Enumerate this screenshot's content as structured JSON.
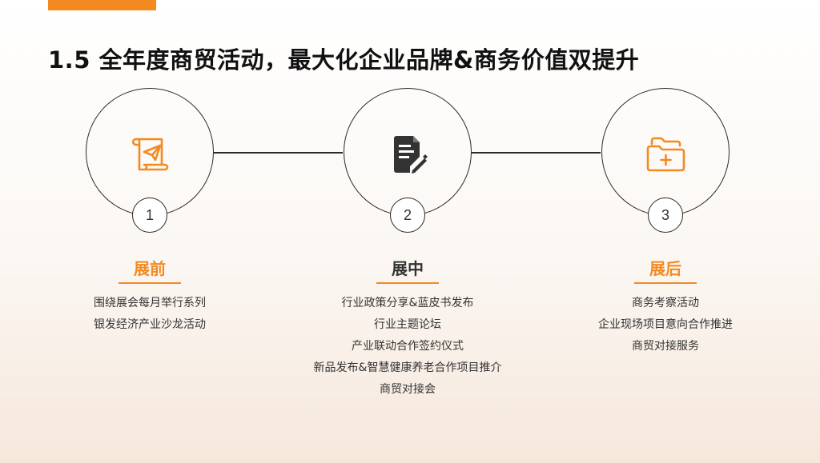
{
  "title": "1.5 全年度商贸活动，最大化企业品牌&商务价值双提升",
  "colors": {
    "accent": "#f28a21",
    "dark": "#2b2b2b",
    "icon_dark": "#333333"
  },
  "phases": [
    {
      "number": "1",
      "icon": "paper-plane-scroll-icon",
      "title": "展前",
      "title_color": "#f28a21",
      "items": [
        "围绕展会每月举行系列",
        "银发经济产业沙龙活动"
      ]
    },
    {
      "number": "2",
      "icon": "document-edit-icon",
      "title": "展中",
      "title_color": "#333333",
      "items": [
        "行业政策分享&蓝皮书发布",
        "行业主题论坛",
        "产业联动合作签约仪式",
        "新品发布&智慧健康养老合作项目推介",
        "商贸对接会"
      ]
    },
    {
      "number": "3",
      "icon": "folder-add-icon",
      "title": "展后",
      "title_color": "#f28a21",
      "items": [
        "商务考察活动",
        "企业现场项目意向合作推进",
        "商贸对接服务"
      ]
    }
  ]
}
